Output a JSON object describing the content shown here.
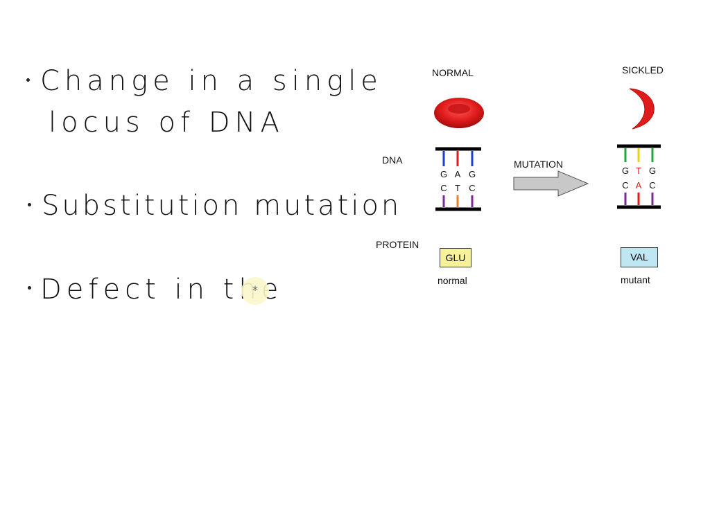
{
  "notes": {
    "bullets": [
      {
        "line1": "Change in a single",
        "line2": "locus of DNA"
      },
      {
        "line1": "Substitution mutation"
      },
      {
        "line1": "Defect in the"
      }
    ]
  },
  "diagram": {
    "normal_label": "NORMAL",
    "sickled_label": "SICKLED",
    "dna_label": "DNA",
    "mutation_label": "MUTATION",
    "protein_label": "PROTEIN",
    "normal_top": [
      "G",
      "A",
      "G"
    ],
    "normal_bottom": [
      "C",
      "T",
      "C"
    ],
    "mutant_top": [
      "G",
      "T",
      "G"
    ],
    "mutant_bottom": [
      "C",
      "A",
      "C"
    ],
    "normal_protein": "GLU",
    "mutant_protein": "VAL",
    "normal_caption": "normal",
    "mutant_caption": "mutant",
    "colors": {
      "cell_red": "#e01b1b",
      "glu_box": "#f7f29a",
      "val_box": "#bfe7f3",
      "arrow_fill": "#c8c8c8",
      "base_blue": "#1d3fd0",
      "base_red": "#e01b1b",
      "base_green": "#1fa83a",
      "base_yellow": "#e8d21a",
      "base_purple": "#7b2a9a",
      "base_orange": "#f07b2a"
    }
  }
}
